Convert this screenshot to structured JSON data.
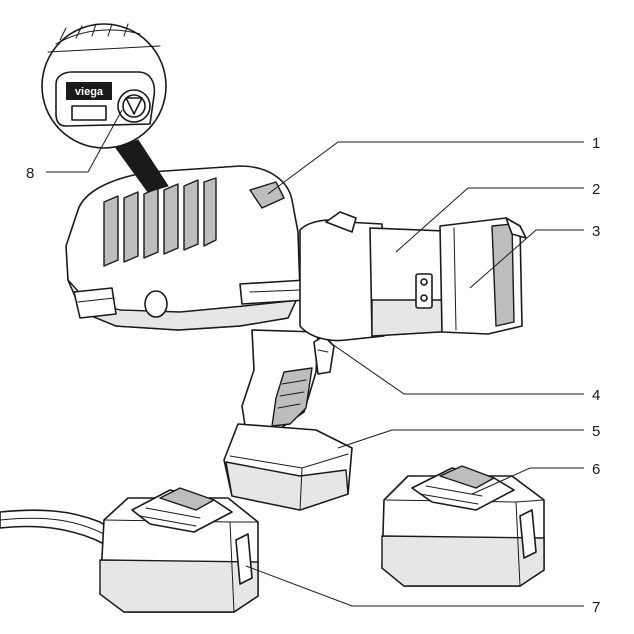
{
  "logo": {
    "text": "viega"
  },
  "callouts": [
    {
      "id": "1",
      "label": "1"
    },
    {
      "id": "2",
      "label": "2"
    },
    {
      "id": "3",
      "label": "3"
    },
    {
      "id": "4",
      "label": "4"
    },
    {
      "id": "5",
      "label": "5"
    },
    {
      "id": "6",
      "label": "6"
    },
    {
      "id": "7",
      "label": "7"
    },
    {
      "id": "8",
      "label": "8"
    }
  ],
  "colors": {
    "line": "#1a1a1a",
    "shade": "#e6e6e6",
    "dark": "#bdbdbd",
    "logo_bg": "#1a1a1a"
  }
}
